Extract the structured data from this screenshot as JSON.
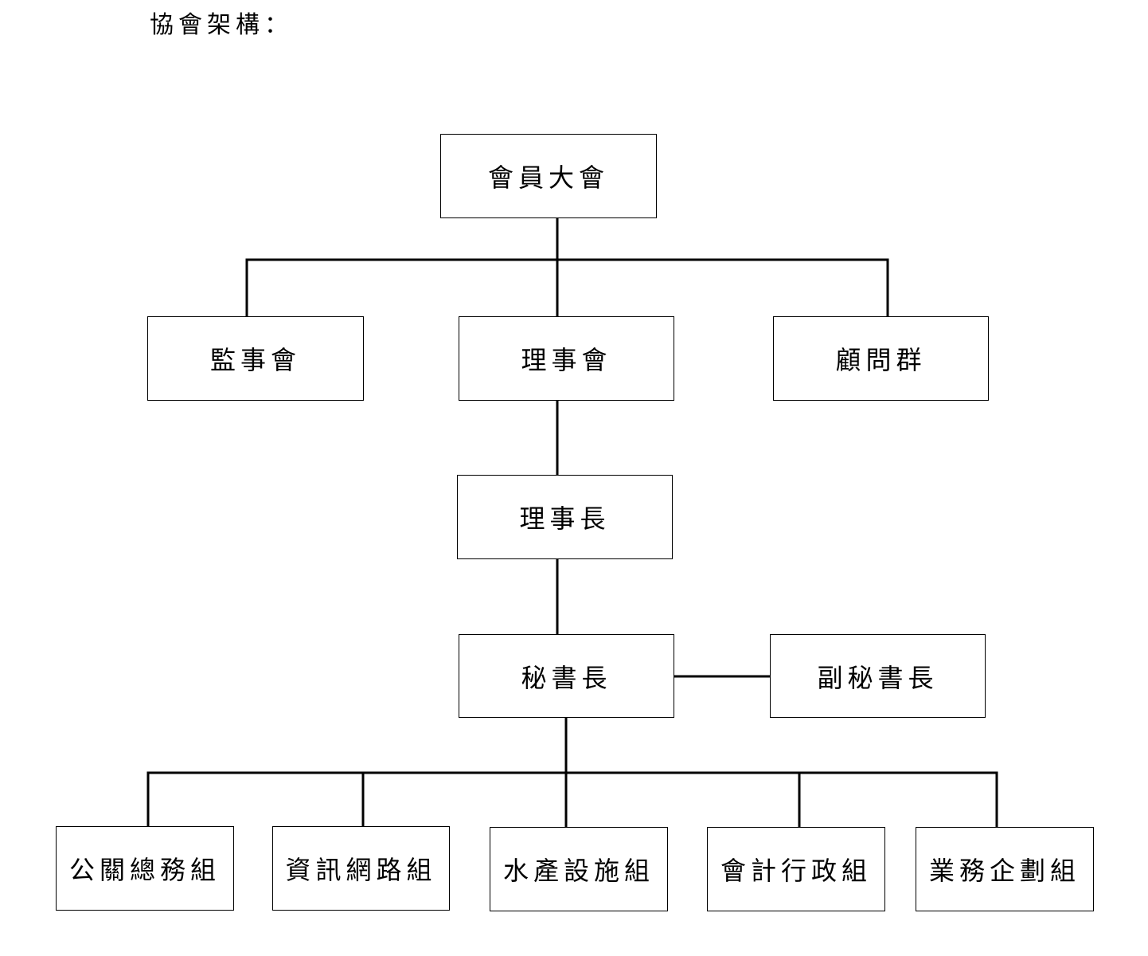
{
  "title": "協會架構：",
  "org_chart": {
    "general_assembly": "會員大會",
    "supervisors": "監事會",
    "board": "理事會",
    "advisors": "顧問群",
    "chairman": "理事長",
    "secretary_general": "秘書長",
    "deputy_secretary_general": "副秘書長",
    "groups": [
      "公關總務組",
      "資訊網路組",
      "水產設施組",
      "會計行政組",
      "業務企劃組"
    ]
  }
}
